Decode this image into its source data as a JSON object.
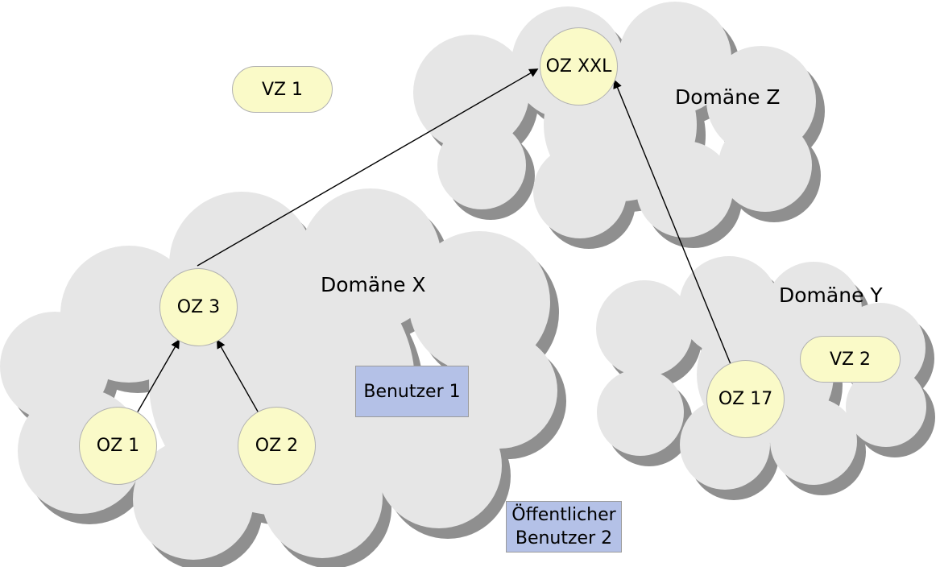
{
  "diagram": {
    "domains": {
      "x": {
        "label": "Domäne X"
      },
      "y": {
        "label": "Domäne Y"
      },
      "z": {
        "label": "Domäne Z"
      }
    },
    "nodes": {
      "vz1": {
        "label": "VZ 1"
      },
      "vz2": {
        "label": "VZ 2"
      },
      "oz1": {
        "label": "OZ 1"
      },
      "oz2": {
        "label": "OZ 2"
      },
      "oz3": {
        "label": "OZ 3"
      },
      "oz17": {
        "label": "OZ 17"
      },
      "ozxxl": {
        "label": "OZ XXL"
      }
    },
    "users": {
      "benutzer1": {
        "label": "Benutzer 1"
      },
      "benutzer2": {
        "label": "Öffentlicher Benutzer 2",
        "line1": "Öffentlicher",
        "line2": "Benutzer 2"
      }
    },
    "edges": [
      {
        "from": "OZ 1",
        "to": "OZ 3"
      },
      {
        "from": "OZ 2",
        "to": "OZ 3"
      },
      {
        "from": "OZ 3",
        "to": "OZ XXL"
      },
      {
        "from": "OZ 17",
        "to": "OZ XXL"
      }
    ],
    "colors": {
      "background": "#ffffff",
      "cloud_fill": "#e6e6e6",
      "cloud_shadow": "#8f8f8f",
      "node_fill": "#fafac8",
      "node_border": "#b1b1b1",
      "user_fill": "#b4c1e7",
      "user_border": "#9b9b9b",
      "arrow": "#000000",
      "text": "#000000"
    }
  }
}
